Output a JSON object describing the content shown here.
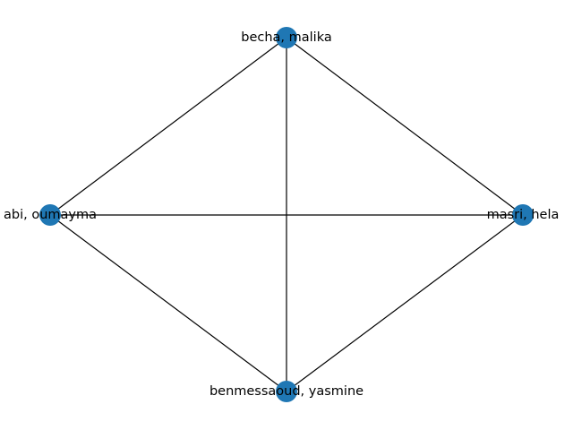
{
  "graph": {
    "node_color": "#1f77b4",
    "edge_color": "#000000",
    "nodes": [
      {
        "id": "becha",
        "label": "becha, malika"
      },
      {
        "id": "abi",
        "label": "abi, oumayma"
      },
      {
        "id": "masri",
        "label": "masri, hela"
      },
      {
        "id": "benmessaoud",
        "label": "benmessaoud, yasmine"
      }
    ],
    "edges": [
      [
        "becha",
        "abi"
      ],
      [
        "becha",
        "masri"
      ],
      [
        "becha",
        "benmessaoud"
      ],
      [
        "abi",
        "masri"
      ],
      [
        "abi",
        "benmessaoud"
      ],
      [
        "masri",
        "benmessaoud"
      ]
    ]
  }
}
